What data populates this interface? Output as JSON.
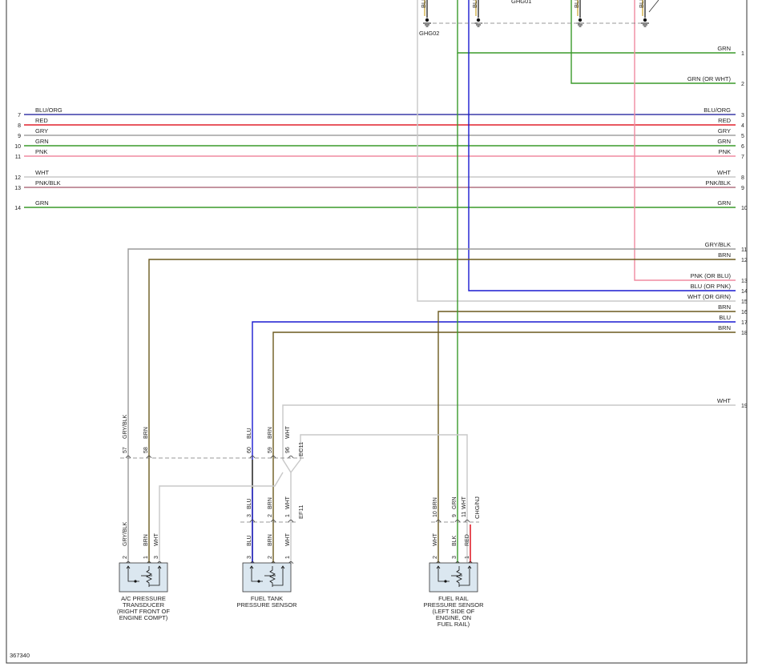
{
  "figure_id": "367340",
  "colors": {
    "BLU/ORG": "#3a3aa8",
    "RED": "#e0202c",
    "GRY": "#a0a0a0",
    "GRN": "#3a9a2a",
    "PNK": "#f08aa0",
    "WHT": "#c8c8c8",
    "PNK/BLK": "#b07080",
    "GRY/BLK": "#9a9a9a",
    "BRN": "#6b5a1e",
    "BLU": "#1a1ad0",
    "BLK": "#111111",
    "YEL": "#c9a227"
  },
  "left_pins": [
    {
      "num": "7",
      "label": "BLU/ORG",
      "color": "BLU/ORG"
    },
    {
      "num": "8",
      "label": "RED",
      "color": "RED"
    },
    {
      "num": "9",
      "label": "GRY",
      "color": "GRY"
    },
    {
      "num": "10",
      "label": "GRN",
      "color": "GRN"
    },
    {
      "num": "11",
      "label": "PNK",
      "color": "PNK"
    },
    {
      "num": "12",
      "label": "WHT",
      "color": "WHT"
    },
    {
      "num": "13",
      "label": "PNK/BLK",
      "color": "PNK/BLK"
    },
    {
      "num": "14",
      "label": "GRN",
      "color": "GRN"
    }
  ],
  "right_pins": [
    {
      "num": "1",
      "label": "GRN",
      "color": "GRN"
    },
    {
      "num": "2",
      "label": "GRN (OR WHT)",
      "color": "GRN"
    },
    {
      "num": "3",
      "label": "BLU/ORG",
      "color": "BLU/ORG"
    },
    {
      "num": "4",
      "label": "RED",
      "color": "RED"
    },
    {
      "num": "5",
      "label": "GRY",
      "color": "GRY"
    },
    {
      "num": "6",
      "label": "GRN",
      "color": "GRN"
    },
    {
      "num": "7",
      "label": "PNK",
      "color": "PNK"
    },
    {
      "num": "8",
      "label": "WHT",
      "color": "WHT"
    },
    {
      "num": "9",
      "label": "PNK/BLK",
      "color": "PNK/BLK"
    },
    {
      "num": "10",
      "label": "GRN",
      "color": "GRN"
    },
    {
      "num": "11",
      "label": "GRY/BLK",
      "color": "GRY/BLK"
    },
    {
      "num": "12",
      "label": "BRN",
      "color": "BRN"
    },
    {
      "num": "13",
      "label": "PNK (OR BLU)",
      "color": "PNK"
    },
    {
      "num": "14",
      "label": "BLU (OR PNK)",
      "color": "BLU"
    },
    {
      "num": "15",
      "label": "WHT (OR GRN)",
      "color": "WHT"
    },
    {
      "num": "16",
      "label": "BRN",
      "color": "BRN"
    },
    {
      "num": "17",
      "label": "BLU",
      "color": "BLU"
    },
    {
      "num": "18",
      "label": "BRN",
      "color": "BRN"
    },
    {
      "num": "19",
      "label": "WHT",
      "color": "WHT"
    }
  ],
  "grounds": [
    {
      "label": "GHG02"
    },
    {
      "label": "GHG01"
    }
  ],
  "top_wire_labels": [
    "BLK",
    "BLK",
    "BLK",
    "BLK"
  ],
  "connectors": {
    "ec11": "EC11",
    "ef11": "EF11",
    "chg_n": "CHG/NJ"
  },
  "sensors": [
    {
      "id": "ac",
      "name_lines": [
        "A/C PRESSURE",
        "TRANSDUCER",
        "(RIGHT FRONT OF",
        "ENGINE COMPT)"
      ],
      "upper": [
        {
          "pin": "57",
          "wire": "GRY/BLK",
          "color": "GRY/BLK"
        },
        {
          "pin": "58",
          "wire": "BRN",
          "color": "BRN"
        }
      ],
      "lower": [
        {
          "pin": "2",
          "wire": "GRY/BLK",
          "color": "GRY/BLK"
        },
        {
          "pin": "1",
          "wire": "BRN",
          "color": "BRN"
        },
        {
          "pin": "3",
          "wire": "WHT",
          "color": "WHT"
        }
      ]
    },
    {
      "id": "tank",
      "name_lines": [
        "FUEL TANK",
        "PRESSURE SENSOR"
      ],
      "upper": [
        {
          "pin": "60",
          "wire": "BLU",
          "color": "BLU"
        },
        {
          "pin": "59",
          "wire": "BRN",
          "color": "BRN"
        },
        {
          "pin": "96",
          "wire": "WHT",
          "color": "WHT"
        }
      ],
      "mid": [
        {
          "pin": "3",
          "wire": "BLU",
          "color": "BLU"
        },
        {
          "pin": "2",
          "wire": "BRN",
          "color": "BRN"
        },
        {
          "pin": "1",
          "wire": "WHT",
          "color": "WHT"
        }
      ],
      "lower": [
        {
          "pin": "3",
          "wire": "BLU",
          "color": "BLU"
        },
        {
          "pin": "2",
          "wire": "BRN",
          "color": "BRN"
        },
        {
          "pin": "1",
          "wire": "WHT",
          "color": "WHT"
        }
      ]
    },
    {
      "id": "rail",
      "name_lines": [
        "FUEL RAIL",
        "PRESSURE SENSOR",
        "(LEFT SIDE OF",
        "ENGINE, ON",
        "FUEL RAIL)"
      ],
      "mid": [
        {
          "pin": "10",
          "wire": "BRN",
          "color": "BRN"
        },
        {
          "pin": "9",
          "wire": "GRN",
          "color": "GRN"
        },
        {
          "pin": "11",
          "wire": "WHT",
          "color": "WHT"
        }
      ],
      "lower": [
        {
          "pin": "2",
          "wire": "WHT",
          "color": "WHT"
        },
        {
          "pin": "3",
          "wire": "BLK",
          "color": "BLK"
        },
        {
          "pin": "1",
          "wire": "RED",
          "color": "RED"
        }
      ]
    }
  ]
}
